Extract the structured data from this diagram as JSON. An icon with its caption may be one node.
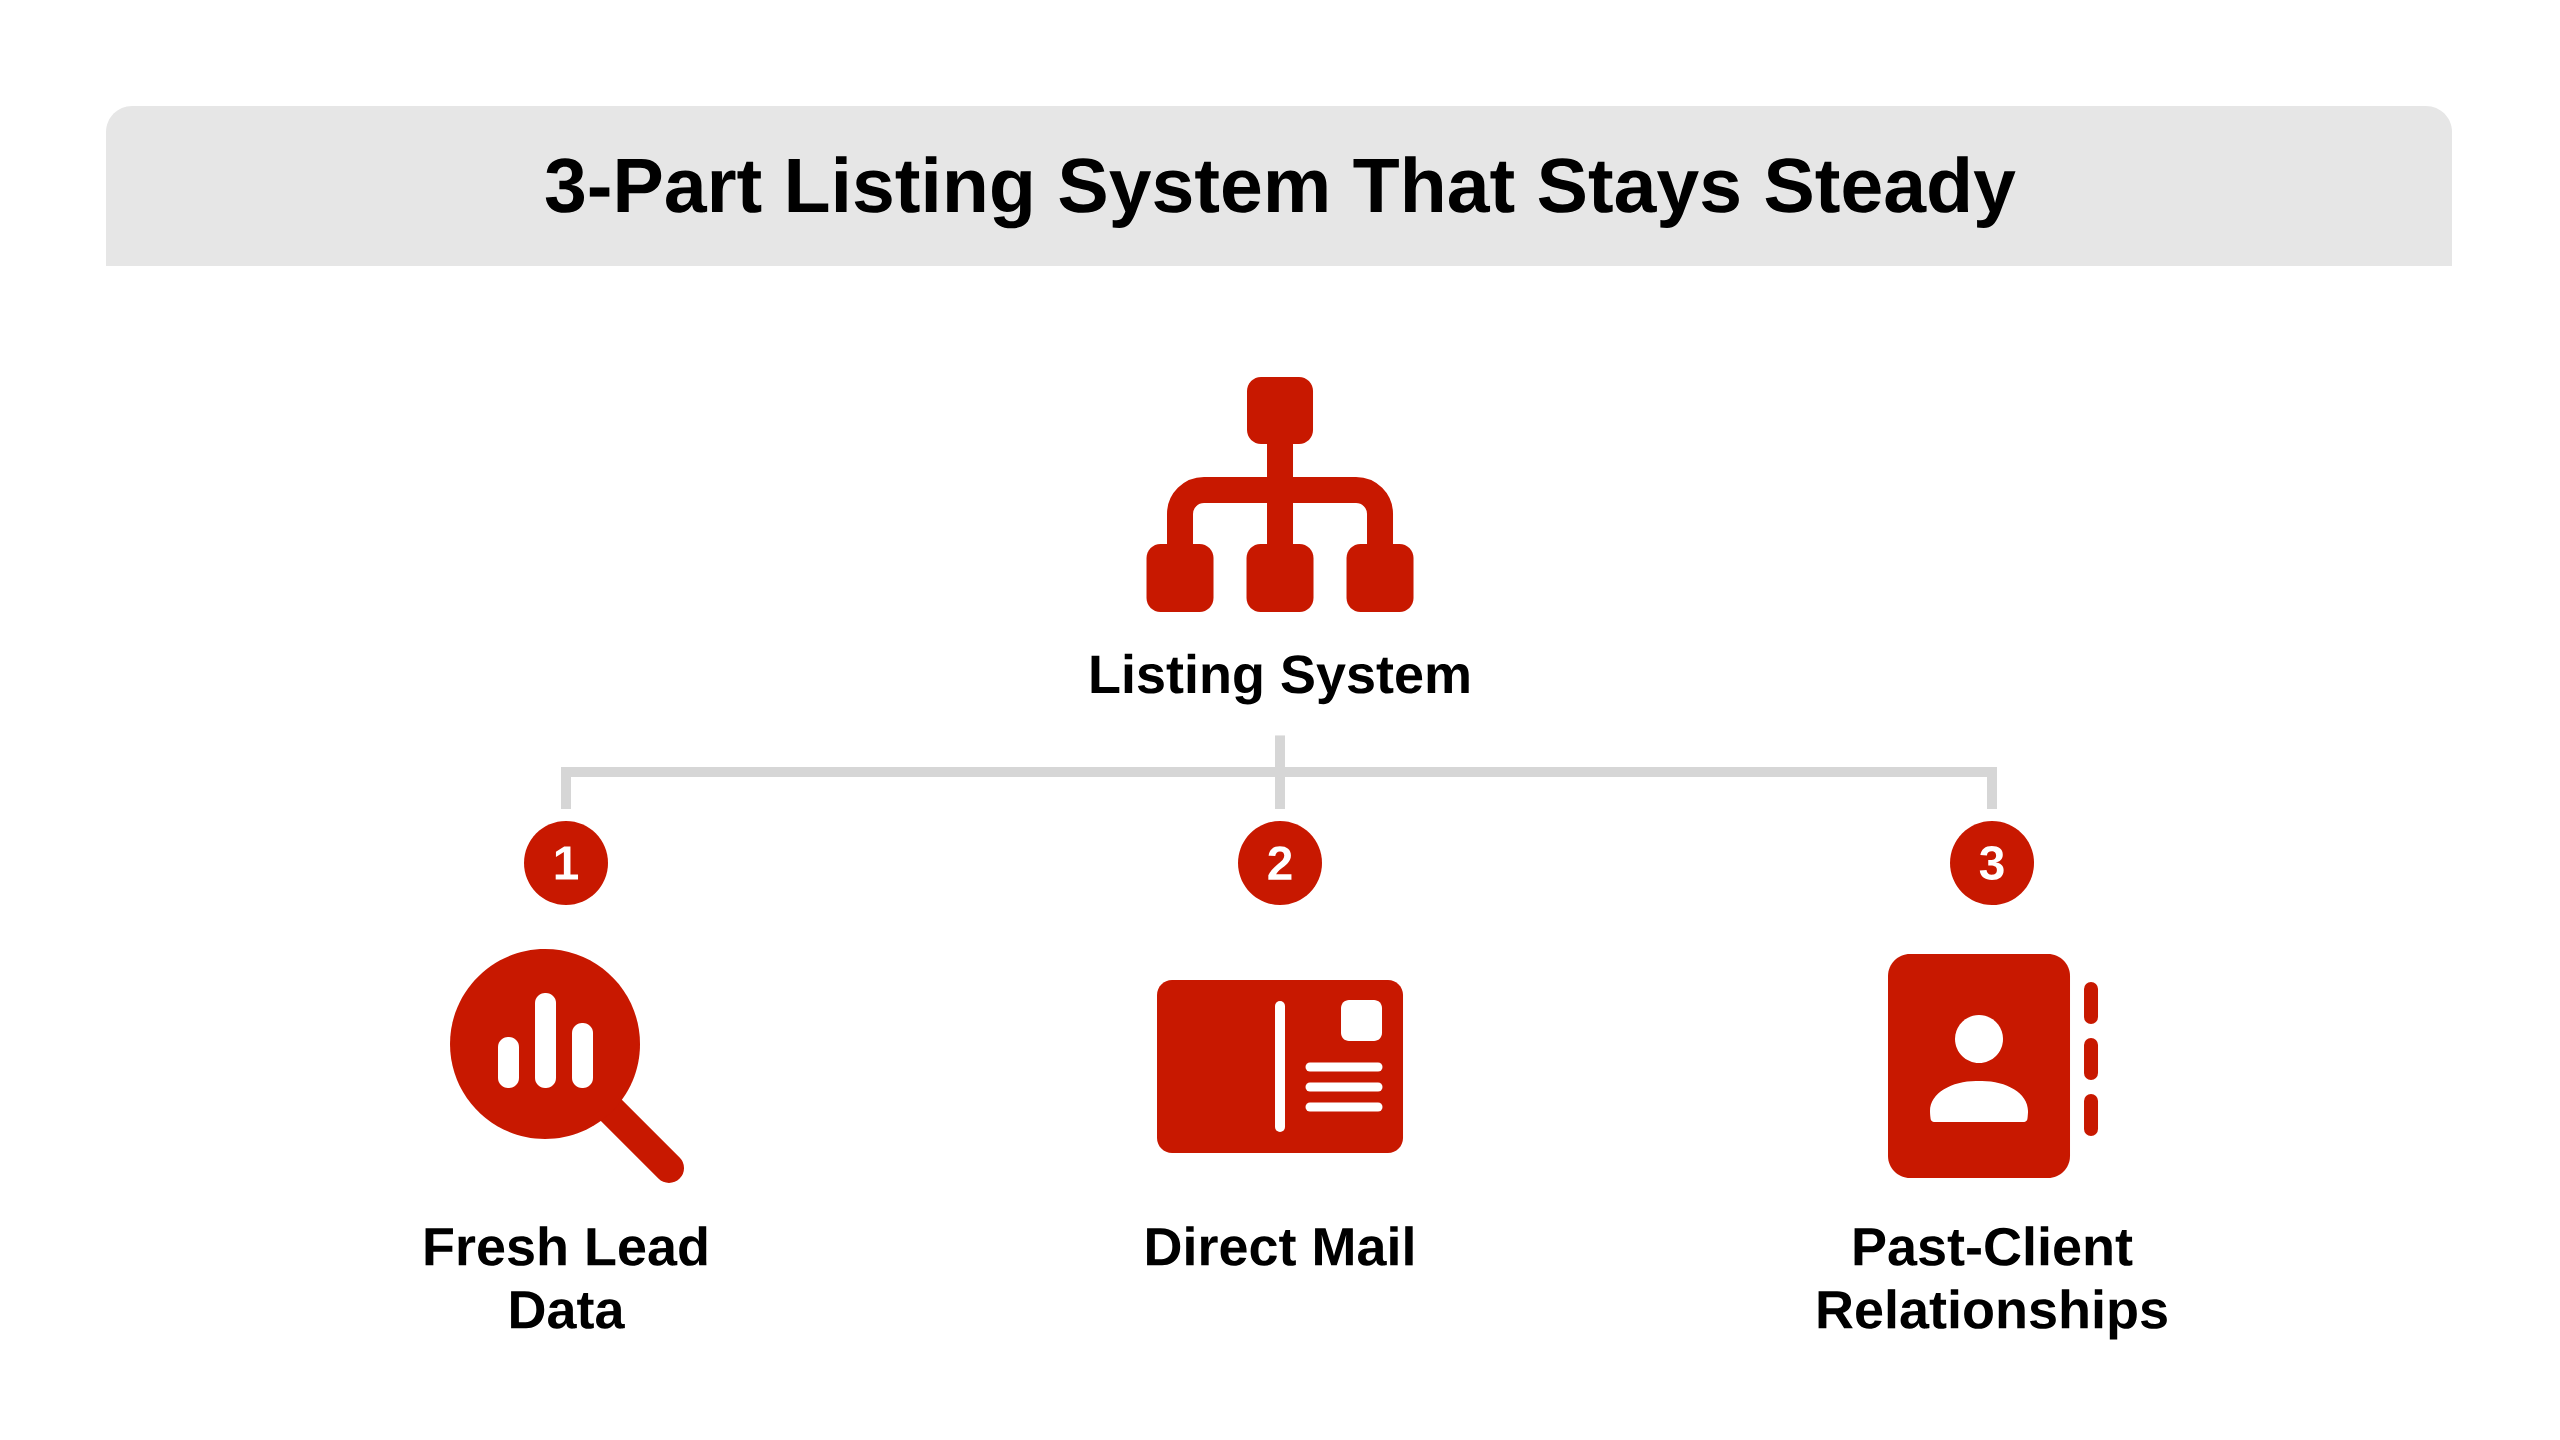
{
  "diagram": {
    "title": "3-Part Listing System That Stays Steady",
    "nodes": [
      {
        "text": [
          "Listing System"
        ]
      },
      {
        "text": [
          "1"
        ]
      },
      {
        "text": [
          "2"
        ]
      },
      {
        "text": [
          "3"
        ]
      }
    ],
    "edges": [
      {
        "from": 0,
        "to": 1,
        "arrow": "none"
      },
      {
        "from": 0,
        "to": 2,
        "arrow": "none"
      },
      {
        "from": 0,
        "to": 3,
        "arrow": "none"
      }
    ],
    "labels": [
      "Fresh Lead Data",
      "Direct Mail",
      "Past-Client Relationships"
    ]
  }
}
